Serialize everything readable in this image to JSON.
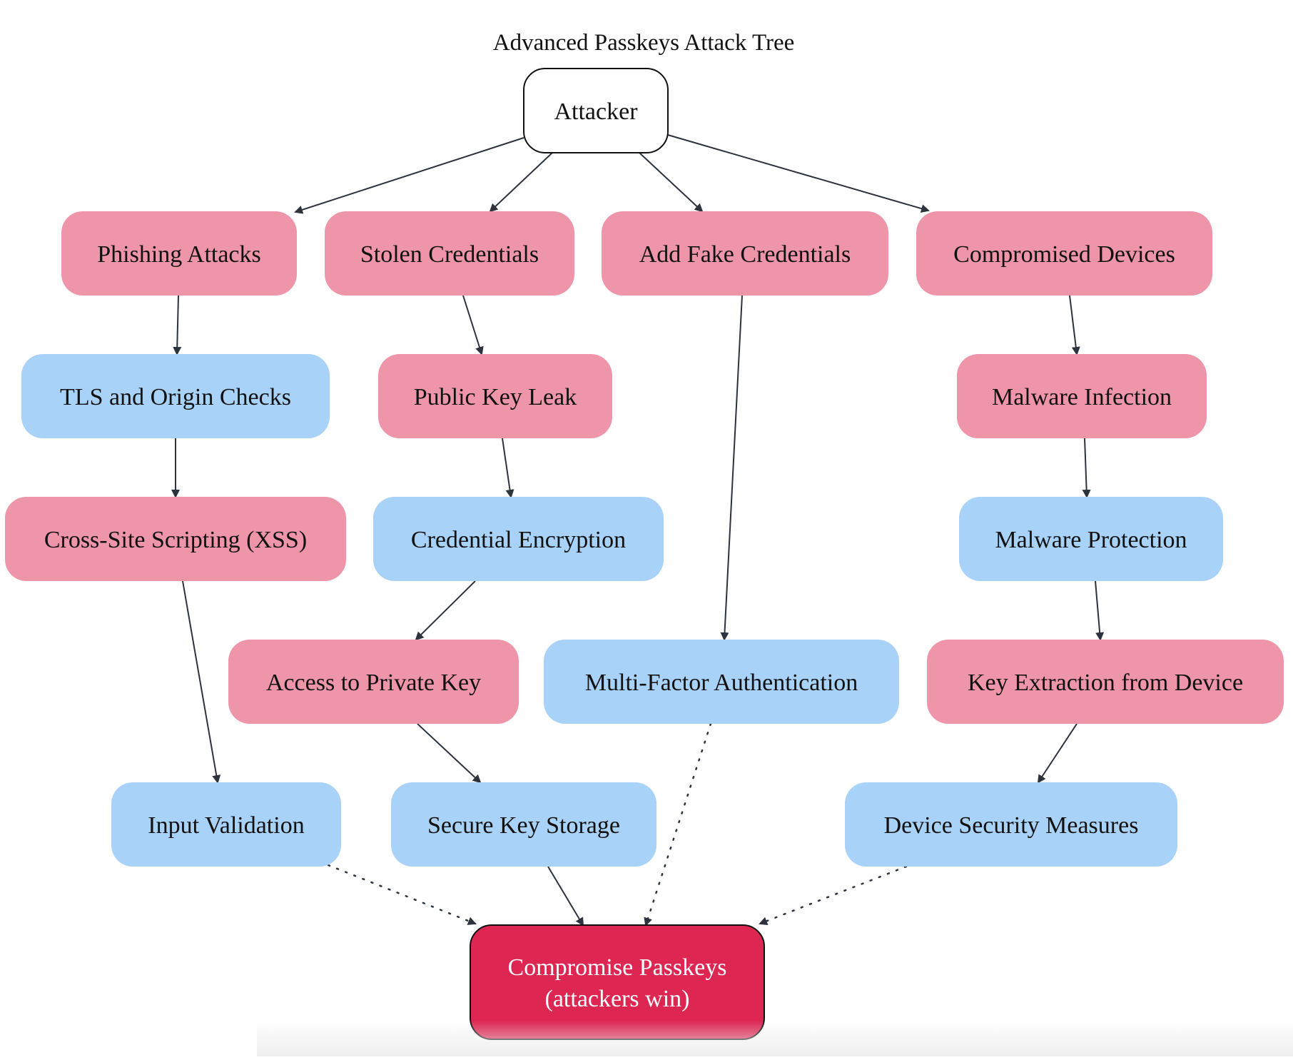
{
  "diagram": {
    "title": "Advanced Passkeys Attack Tree",
    "colors": {
      "attack": "#ee95aa",
      "defense": "#a9d2f8",
      "root": "#ffffff",
      "goal": "#dd2752",
      "edge": "#2d333d",
      "text": "#111111",
      "goal_text": "#ffffff"
    },
    "nodes": [
      {
        "id": "attacker",
        "kind": "root",
        "lines": [
          "Attacker"
        ]
      },
      {
        "id": "phishing",
        "kind": "attack",
        "lines": [
          "Phishing Attacks"
        ]
      },
      {
        "id": "stolen",
        "kind": "attack",
        "lines": [
          "Stolen Credentials"
        ]
      },
      {
        "id": "fake",
        "kind": "attack",
        "lines": [
          "Add Fake Credentials"
        ]
      },
      {
        "id": "compromised",
        "kind": "attack",
        "lines": [
          "Compromised Devices"
        ]
      },
      {
        "id": "tls",
        "kind": "defense",
        "lines": [
          "TLS and Origin Checks"
        ]
      },
      {
        "id": "pubkey",
        "kind": "attack",
        "lines": [
          "Public Key Leak"
        ]
      },
      {
        "id": "malware",
        "kind": "attack",
        "lines": [
          "Malware Infection"
        ]
      },
      {
        "id": "xss",
        "kind": "attack",
        "lines": [
          "Cross-Site Scripting (XSS)"
        ]
      },
      {
        "id": "encrypt",
        "kind": "defense",
        "lines": [
          "Credential Encryption"
        ]
      },
      {
        "id": "malprot",
        "kind": "defense",
        "lines": [
          "Malware Protection"
        ]
      },
      {
        "id": "privkey",
        "kind": "attack",
        "lines": [
          "Access to Private Key"
        ]
      },
      {
        "id": "mfa",
        "kind": "defense",
        "lines": [
          "Multi-Factor Authentication"
        ]
      },
      {
        "id": "keyext",
        "kind": "attack",
        "lines": [
          "Key Extraction from Device"
        ]
      },
      {
        "id": "inputval",
        "kind": "defense",
        "lines": [
          "Input Validation"
        ]
      },
      {
        "id": "securekey",
        "kind": "defense",
        "lines": [
          "Secure Key Storage"
        ]
      },
      {
        "id": "devsec",
        "kind": "defense",
        "lines": [
          "Device Security Measures"
        ]
      },
      {
        "id": "goal",
        "kind": "goal",
        "lines": [
          "Compromise Passkeys",
          "(attackers win)"
        ]
      }
    ],
    "edges": [
      {
        "from": "attacker",
        "to": "phishing",
        "style": "solid"
      },
      {
        "from": "attacker",
        "to": "stolen",
        "style": "solid"
      },
      {
        "from": "attacker",
        "to": "fake",
        "style": "solid"
      },
      {
        "from": "attacker",
        "to": "compromised",
        "style": "solid"
      },
      {
        "from": "phishing",
        "to": "tls",
        "style": "solid"
      },
      {
        "from": "tls",
        "to": "xss",
        "style": "solid"
      },
      {
        "from": "xss",
        "to": "inputval",
        "style": "solid"
      },
      {
        "from": "stolen",
        "to": "pubkey",
        "style": "solid"
      },
      {
        "from": "pubkey",
        "to": "encrypt",
        "style": "solid"
      },
      {
        "from": "encrypt",
        "to": "privkey",
        "style": "solid"
      },
      {
        "from": "privkey",
        "to": "securekey",
        "style": "solid"
      },
      {
        "from": "fake",
        "to": "mfa",
        "style": "solid"
      },
      {
        "from": "compromised",
        "to": "malware",
        "style": "solid"
      },
      {
        "from": "malware",
        "to": "malprot",
        "style": "solid"
      },
      {
        "from": "malprot",
        "to": "keyext",
        "style": "solid"
      },
      {
        "from": "keyext",
        "to": "devsec",
        "style": "solid"
      },
      {
        "from": "inputval",
        "to": "goal",
        "style": "dotted"
      },
      {
        "from": "securekey",
        "to": "goal",
        "style": "solid"
      },
      {
        "from": "mfa",
        "to": "goal",
        "style": "dotted"
      },
      {
        "from": "devsec",
        "to": "goal",
        "style": "dotted"
      }
    ]
  }
}
